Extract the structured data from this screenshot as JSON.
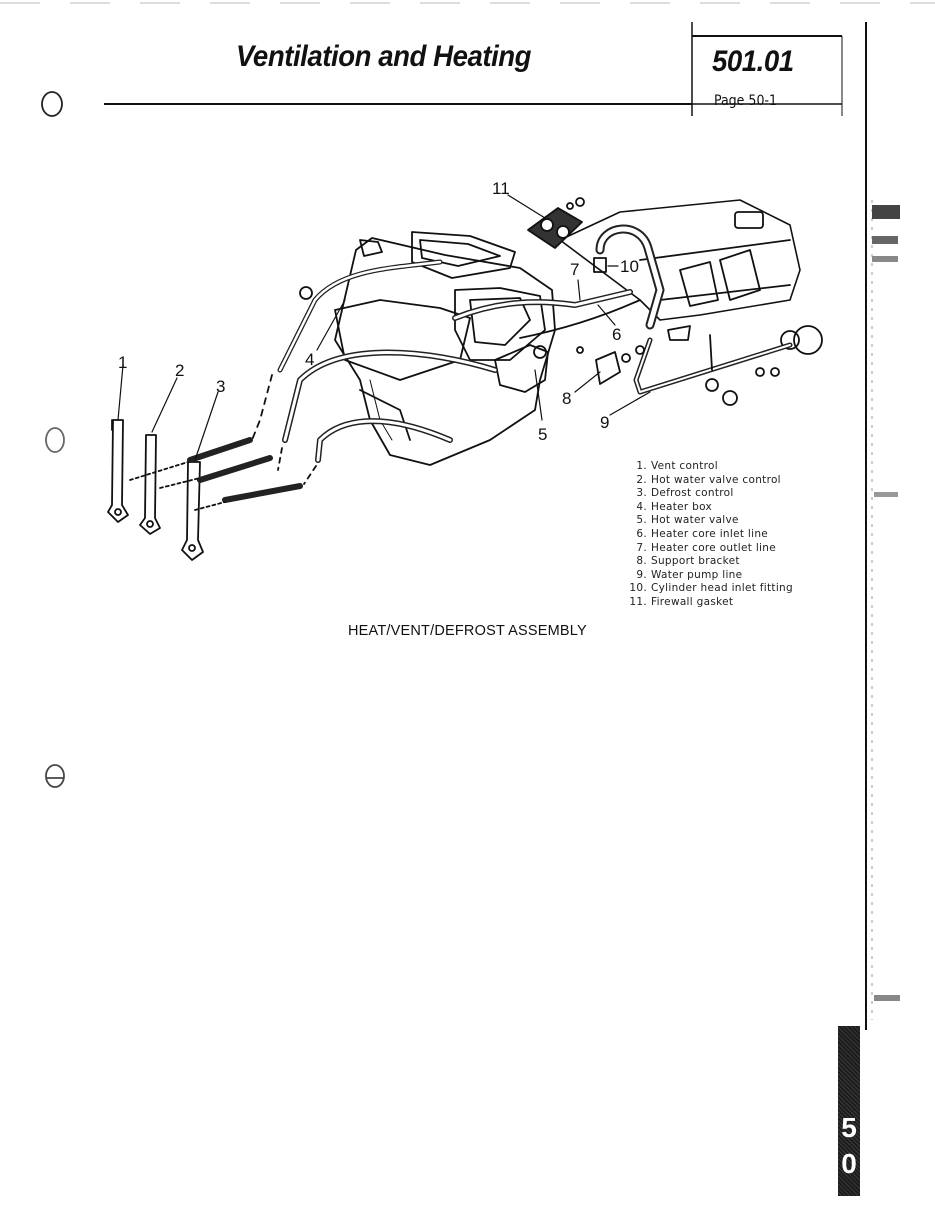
{
  "header": {
    "title": "Ventilation and Heating",
    "section_number": "501.01",
    "page": "Page 50-1"
  },
  "figure": {
    "caption": "HEAT/VENT/DEFROST ASSEMBLY",
    "callouts": [
      "1",
      "2",
      "3",
      "4",
      "5",
      "6",
      "7",
      "8",
      "9",
      "10",
      "11"
    ],
    "legend": [
      {
        "num": "1.",
        "label": "Vent control"
      },
      {
        "num": "2.",
        "label": "Hot water valve control"
      },
      {
        "num": "3.",
        "label": "Defrost control"
      },
      {
        "num": "4.",
        "label": "Heater box"
      },
      {
        "num": "5.",
        "label": "Hot water valve"
      },
      {
        "num": "6.",
        "label": "Heater core inlet line"
      },
      {
        "num": "7.",
        "label": "Heater core outlet line"
      },
      {
        "num": "8.",
        "label": "Support bracket"
      },
      {
        "num": "9.",
        "label": "Water pump line"
      },
      {
        "num": "10.",
        "label": "Cylinder head inlet fitting"
      },
      {
        "num": "11.",
        "label": "Firewall gasket"
      }
    ]
  },
  "tab": {
    "label_top": "5",
    "label_bottom": "0"
  }
}
